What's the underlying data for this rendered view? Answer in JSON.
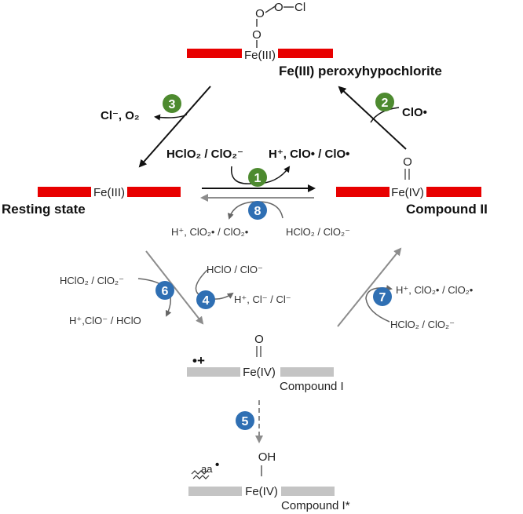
{
  "colors": {
    "ferric_bar": "#e80000",
    "compound_bar": "#c4c4c4",
    "green_badge": "#4d8a2f",
    "blue_badge": "#2f6fb3",
    "black_arrow": "#111111",
    "grey_arrow": "#8c8c8c"
  },
  "peroxy": {
    "o1": "O",
    "o2": "O",
    "cl": "Cl",
    "fe": "Fe(III)",
    "title": "Fe(III) peroxyhypochlorite"
  },
  "resting": {
    "fe": "Fe(III)",
    "title": "Resting state"
  },
  "compound2": {
    "o": "O",
    "fe": "Fe(IV)",
    "title": "Compound II"
  },
  "compound1": {
    "o": "O",
    "fe": "Fe(IV)",
    "title": "Compound I",
    "radical": "•+"
  },
  "compound1star": {
    "oh": "OH",
    "fe": "Fe(IV)",
    "title": "Compound I*",
    "aa": "aa",
    "dot": "•"
  },
  "steps": {
    "s1": {
      "num": "1",
      "reactant": "HClO₂ / ClO₂⁻",
      "product": "H⁺, ClO• / ClO•"
    },
    "s2": {
      "num": "2",
      "reactant": "ClO•"
    },
    "s3": {
      "num": "3",
      "product": "Cl⁻, O₂"
    },
    "s4": {
      "num": "4",
      "reactant": "HClO / ClO⁻",
      "product": "H⁺, Cl⁻ / Cl⁻"
    },
    "s5": {
      "num": "5"
    },
    "s6": {
      "num": "6",
      "reactant": "HClO₂ / ClO₂⁻",
      "product": "H⁺,ClO⁻ / HClO"
    },
    "s7": {
      "num": "7",
      "product": "H⁺, ClO₂• / ClO₂•",
      "reactant": "HClO₂ / ClO₂⁻"
    },
    "s8": {
      "num": "8",
      "product": "H⁺, ClO₂• / ClO₂•",
      "reactant": "HClO₂ / ClO₂⁻"
    }
  }
}
